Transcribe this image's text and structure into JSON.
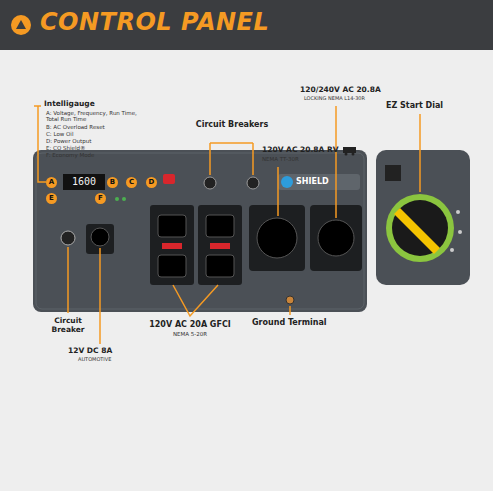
{
  "diagram": {
    "title": "CONTROL PANEL",
    "labels": [
      "Intelligauge",
      "A: Voltage, Frequency, Run Time, Total Run Time",
      "B: AC Overload Reset",
      "C: Low Oil",
      "D: Power Output",
      "E: CO Shield®",
      "F: Economy Mode",
      "Circuit Breakers",
      "120V AC 20.8A RV",
      "NEMA TT-30R",
      "120/240V AC 20.8A",
      "LOCKING NEMA L14-30R",
      "EZ Start Dial",
      "Circuit Breaker",
      "12V DC 8A",
      "AUTOMOTIVE",
      "120V AC 20A GFCI",
      "NEMA 5-20R",
      "Ground Terminal",
      "A",
      "B",
      "C",
      "D",
      "E",
      "F",
      "1600",
      "SHIELD"
    ]
  }
}
